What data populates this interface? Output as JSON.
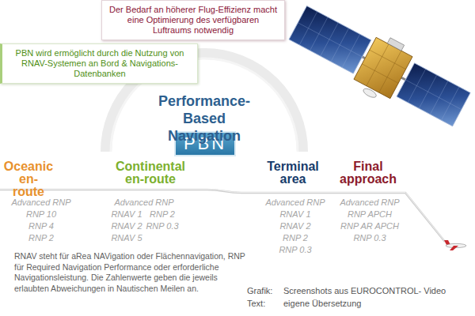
{
  "diagram": {
    "title": "Performance-Based Navigation",
    "nodes": [
      {
        "text": [
          "Der Bedarf an höherer Flug-Effizienz macht eine Optimierung des verfügbaren Luftraums notwendig"
        ]
      },
      {
        "text": [
          "PBN wird ermöglicht durch die Nutzung von RNAV-Systemen an Bord & Navigations-Datenbanken"
        ]
      },
      {
        "text": [
          "PBN"
        ]
      }
    ],
    "labels": [
      "Oceanic en-route",
      "Advanced RNP",
      "RNP 10",
      "RNP 4",
      "RNP 2",
      "Continental en-route",
      "Advanced RNP",
      "RNAV 1",
      "RNP 2",
      "RNAV 2",
      "RNP 0.3",
      "RNAV 5",
      "Terminal area",
      "Advanced RNP",
      "RNAV 1",
      "RNAV 2",
      "RNP 2",
      "RNP 0.3",
      "Final approach",
      "Advanced RNP",
      "RNP APCH",
      "RNP AR APCH",
      "RNP 0.3",
      "RNAV steht für aRea NAVigation oder Flächennavigation, RNP für Required Navigation Performance oder erforderliche Navigationsleistung. Die Zahlenwerte geben die jeweils erlaubten Abweichungen in Nautischen Meilen an.",
      "Grafik:",
      "Screenshots aus EUROCONTROL- Video",
      "Text:",
      "eigene Übersetzung"
    ]
  }
}
